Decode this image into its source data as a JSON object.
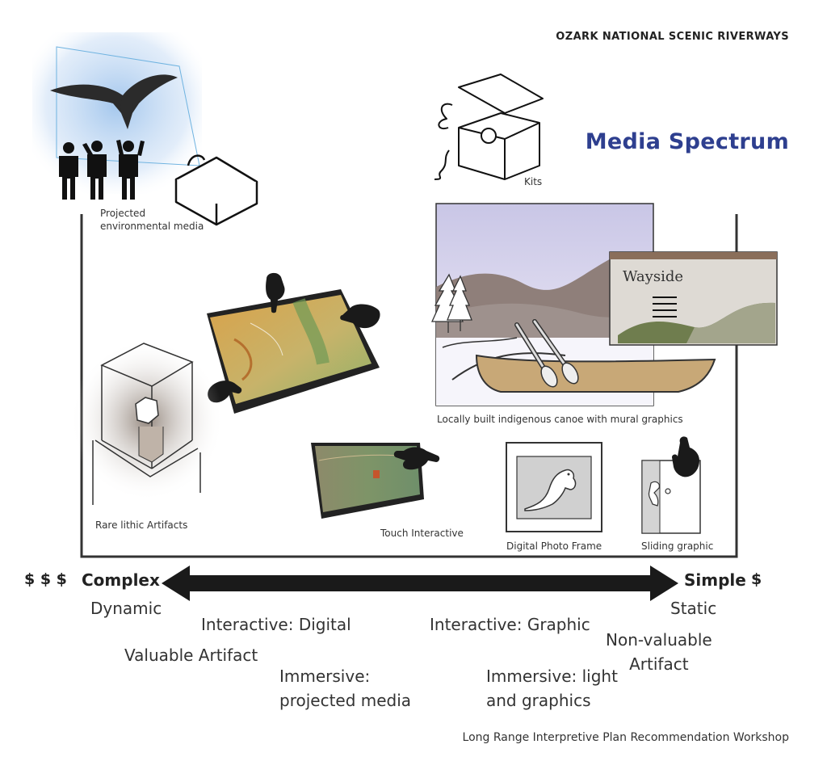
{
  "header": {
    "org": "OZARK NATIONAL SCENIC RIVERWAYS",
    "title": "Media Spectrum"
  },
  "items": {
    "projected": "Projected\nenvironmental media",
    "kits": "Kits",
    "canoe": "Locally built indigenous canoe with mural graphics",
    "wayside_sign": "Wayside",
    "lithic": "Rare lithic Artifacts",
    "touch": "Touch Interactive",
    "photo_frame": "Digital Photo Frame",
    "sliding": "Sliding graphic"
  },
  "scale": {
    "cost_high": "$ $ $",
    "cost_low": "$",
    "left_label": "Complex",
    "right_label": "Simple"
  },
  "attributes": {
    "dynamic": "Dynamic",
    "valuable": "Valuable Artifact",
    "interactive_digital": "Interactive: Digital",
    "immersive_projected": "Immersive:\nprojected media",
    "interactive_graphic": "Interactive: Graphic",
    "immersive_light": "Immersive: light\nand graphics",
    "static": "Static",
    "non_valuable": "Non-valuable\nArtifact"
  },
  "footer": "Long Range Interpretive Plan Recommendation Workshop",
  "colors": {
    "title": "#2e3f8f",
    "frame": "#333333",
    "sky_glow": "#9fc4ec",
    "map_green": "#8fb268",
    "map_orange": "#d9a24a",
    "canoe": "#c8a877",
    "wayside_bar": "#8a6e5a",
    "mountain": "#8f7f7a"
  }
}
